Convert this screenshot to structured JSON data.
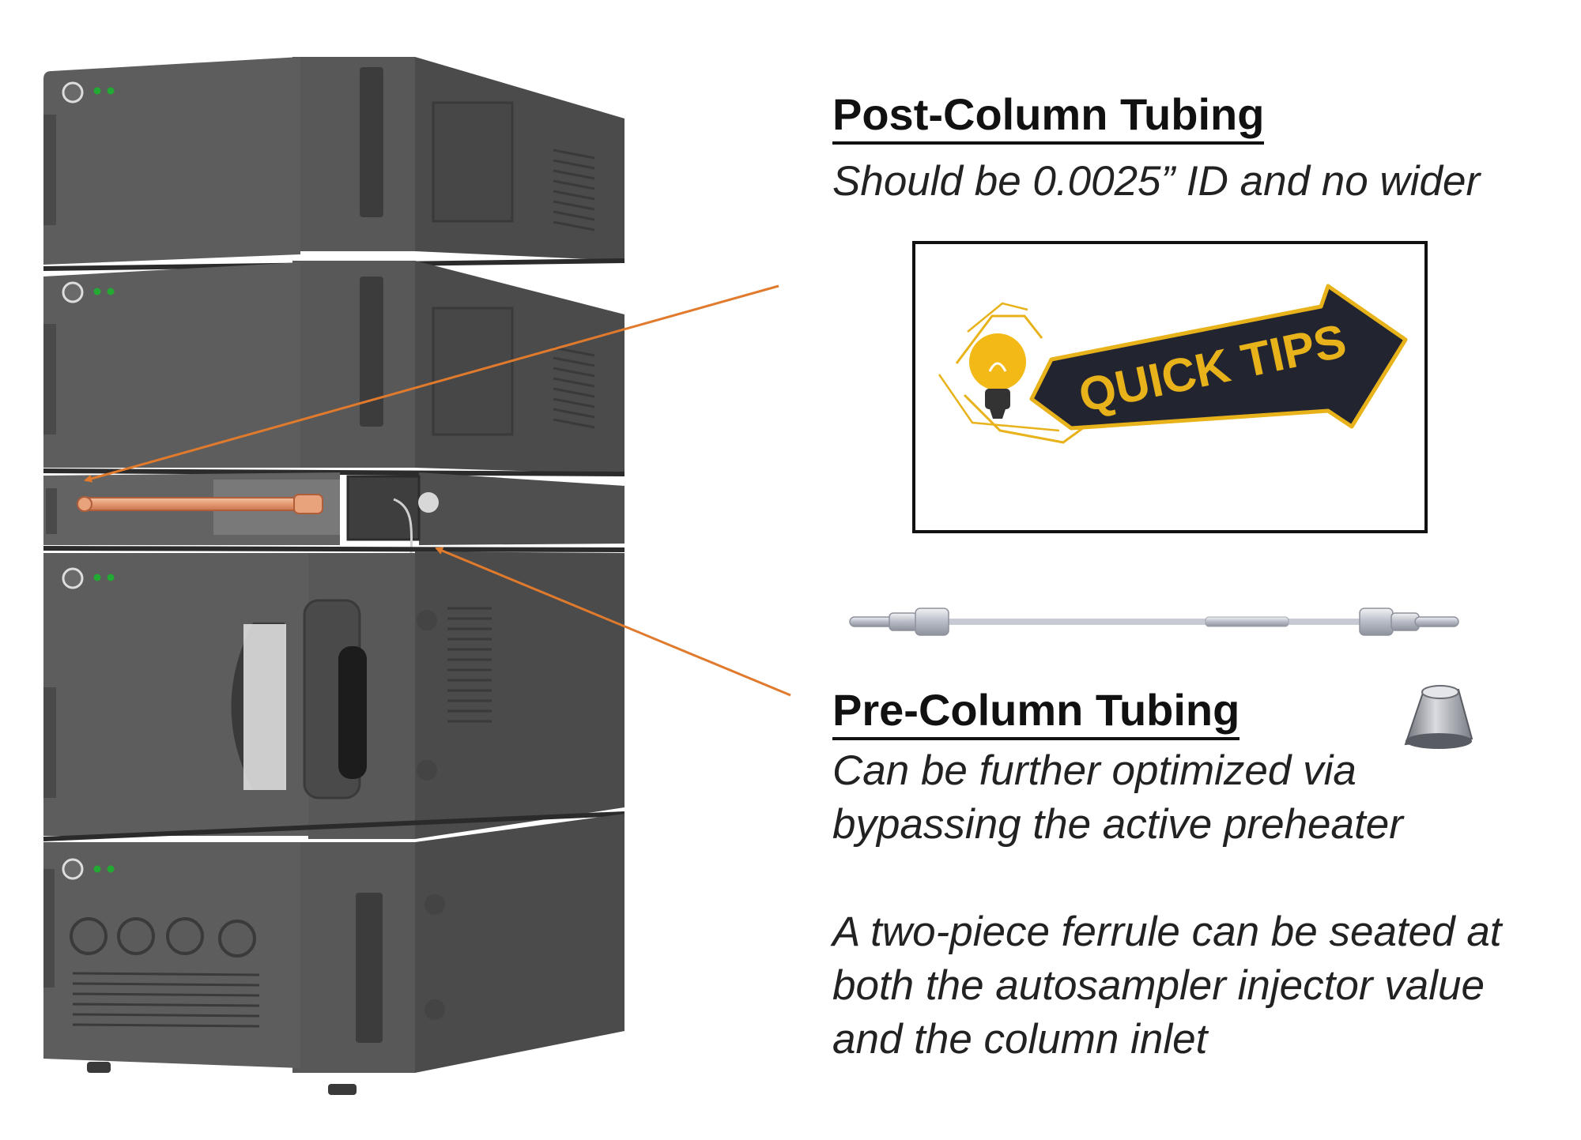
{
  "post_column": {
    "heading": "Post-Column Tubing",
    "note": "Should be 0.0025” ID and no wider"
  },
  "quick_tips": {
    "label": "QUICK TIPS"
  },
  "pre_column": {
    "heading": "Pre-Column Tubing",
    "line1": "Can be further optimized via",
    "line2": "bypassing the active preheater",
    "ferrule_line1": "A two-piece ferrule can be seated at",
    "ferrule_line2": "both the autosampler injector value",
    "ferrule_line3": "and the column inlet"
  },
  "colors": {
    "arrow": "#e07a2c",
    "tubing": "#e8a27c",
    "module_front": "#5b5b5b",
    "module_side": "#4a4a4a",
    "led": "#22aa33",
    "tips_gold": "#e8b21a",
    "tips_banner": "#222430"
  },
  "icons": [
    "power-icon",
    "lightbulb-icon",
    "column-tube-icon",
    "ferrule-icon"
  ]
}
